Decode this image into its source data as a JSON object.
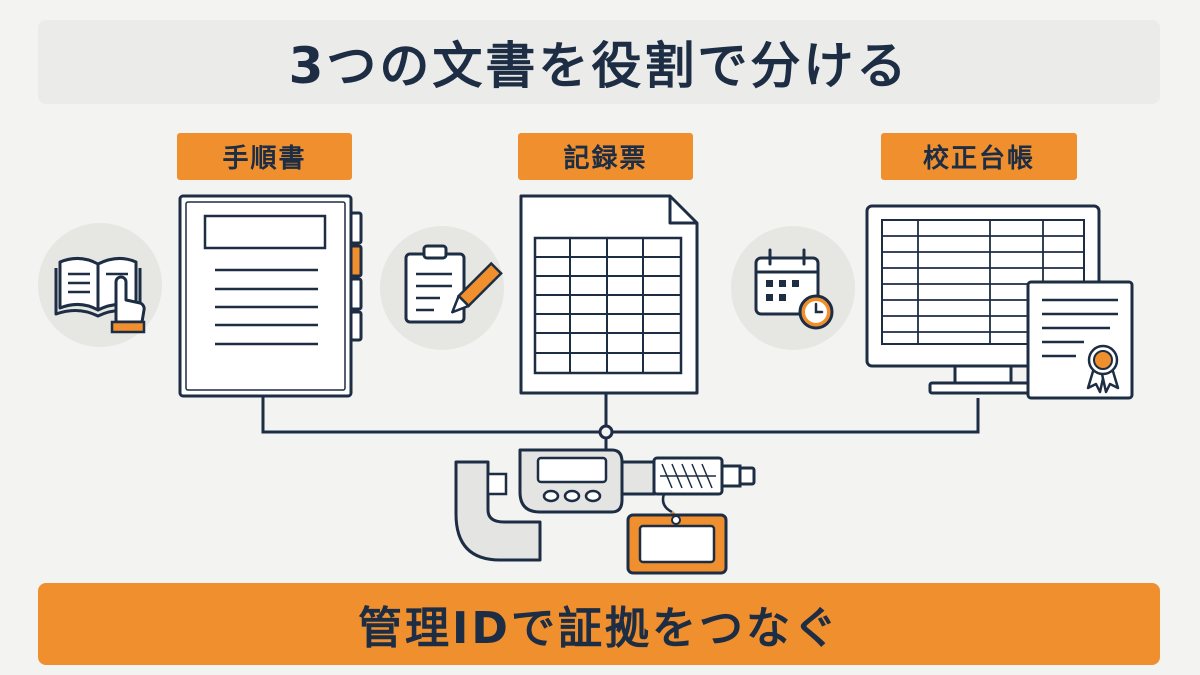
{
  "title": "3つの文書を役割で分ける",
  "documents": [
    {
      "label": "手順書",
      "icon": "open-book-pointing-hand-icon"
    },
    {
      "label": "記録票",
      "icon": "clipboard-pencil-icon"
    },
    {
      "label": "校正台帳",
      "icon": "calendar-clock-icon"
    }
  ],
  "footer": "管理IDで証拠をつなぐ",
  "colors": {
    "navy": "#1d2d44",
    "orange": "#ef8f2e",
    "background": "#f3f3f1",
    "icon_circle": "#e6e6e3"
  }
}
